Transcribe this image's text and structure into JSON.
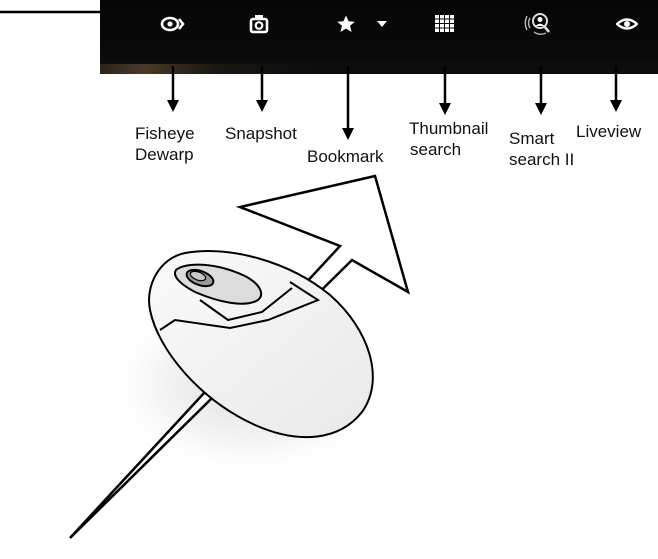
{
  "toolbar": {
    "background": "#0a0a0a",
    "icon_color": "#ffffff",
    "buttons": [
      {
        "icon": "fisheye-eye-icon",
        "label": "Fisheye Dewarp"
      },
      {
        "icon": "camera-icon",
        "label": "Snapshot"
      },
      {
        "icon": "star-icon",
        "label": "Bookmark"
      },
      {
        "icon": "dropdown-arrow-icon",
        "label": ""
      },
      {
        "icon": "grid-icon",
        "label": "Thumbnail search"
      },
      {
        "icon": "person-search-icon",
        "label": "Smart search II"
      },
      {
        "icon": "eye-icon",
        "label": "Liveview"
      }
    ]
  },
  "callouts": {
    "fisheye_line1": "Fisheye",
    "fisheye_line2": "Dewarp",
    "snapshot": "Snapshot",
    "bookmark": "Bookmark",
    "thumbnail_line1": "Thumbnail",
    "thumbnail_line2": "search",
    "smart_line1": "Smart",
    "smart_line2": "search II",
    "liveview": "Liveview"
  },
  "illustration": {
    "subject": "mouse-icon",
    "pointer": "big-arrow"
  }
}
